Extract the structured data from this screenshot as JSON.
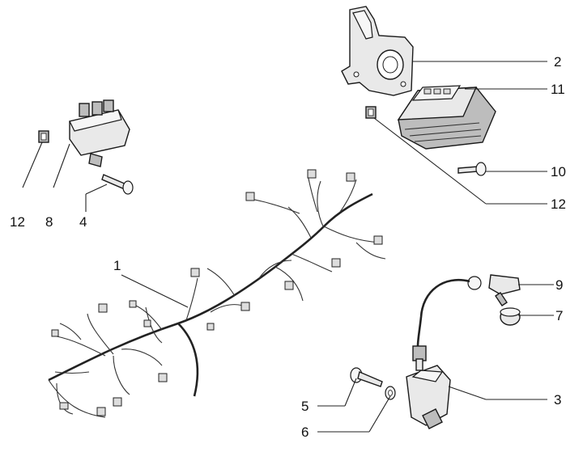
{
  "diagram": {
    "callouts": [
      {
        "id": "c2",
        "label": "2"
      },
      {
        "id": "c11",
        "label": "11"
      },
      {
        "id": "c10",
        "label": "10"
      },
      {
        "id": "c12r",
        "label": "12"
      },
      {
        "id": "c12l",
        "label": "12"
      },
      {
        "id": "c8",
        "label": "8"
      },
      {
        "id": "c4",
        "label": "4"
      },
      {
        "id": "c1",
        "label": "1"
      },
      {
        "id": "c9",
        "label": "9"
      },
      {
        "id": "c7",
        "label": "7"
      },
      {
        "id": "c3",
        "label": "3"
      },
      {
        "id": "c5",
        "label": "5"
      },
      {
        "id": "c6",
        "label": "6"
      }
    ]
  }
}
